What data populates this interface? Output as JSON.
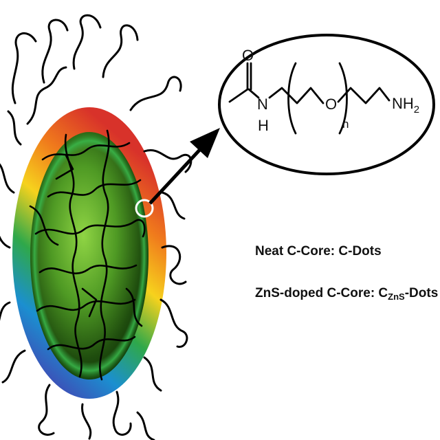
{
  "structure": {
    "atoms": {
      "carbonyl_oxygen": "O",
      "amide_nitrogen": "N",
      "amide_hydrogen": "H",
      "ether_oxygen": "O",
      "repeat_index": "n",
      "amine": "NH",
      "amine_subscript": "2"
    }
  },
  "legend": {
    "line1": "Neat C-Core: C-Dots",
    "line2_prefix": "ZnS-doped C-Core: C",
    "line2_subscript": "ZnS",
    "line2_suffix": "-Dots"
  },
  "colors": {
    "shell_gradient": [
      "#d8322a",
      "#f07b1c",
      "#f6d21d",
      "#2fa84a",
      "#1b8fd0",
      "#3d4fb7"
    ],
    "core_inner": "#8fd444",
    "core_outer": "#0d2e06",
    "polymer_chain": "#000000",
    "highlight_ring": "#ffffff"
  }
}
